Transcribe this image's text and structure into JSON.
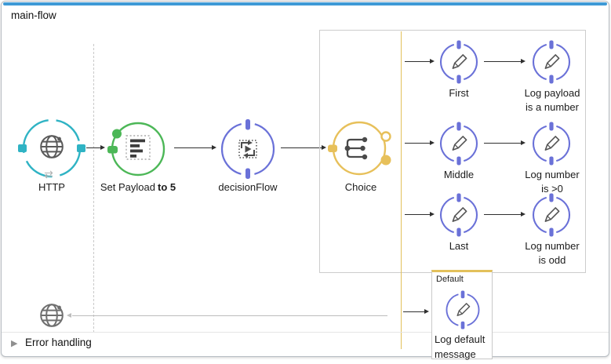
{
  "flow": {
    "name": "main-flow",
    "error_handling": "Error handling"
  },
  "nodes": {
    "http": {
      "label": "HTTP"
    },
    "set_payload": {
      "label": "Set Payload",
      "label_bold": "to 5"
    },
    "decision_flow": {
      "label": "decisionFlow"
    },
    "choice": {
      "label": "Choice"
    }
  },
  "branches": [
    {
      "router_label": "First",
      "logger_line1": "Log payload",
      "logger_line2": "is a number"
    },
    {
      "router_label": "Middle",
      "logger_line1": "Log number",
      "logger_line2": "is >0"
    },
    {
      "router_label": "Last",
      "logger_line1": "Log number",
      "logger_line2": "is odd"
    }
  ],
  "default_branch": {
    "label": "Default",
    "logger_line1": "Log default",
    "logger_line2": "message"
  },
  "glyphs": {
    "exchange": "⇄",
    "expander": "▶"
  },
  "icons": {
    "http": "globe-icon",
    "http_secondary": "exchange-arrows-icon",
    "set_payload": "set-payload-list-icon",
    "decision_flow": "flow-reference-icon",
    "choice": "choice-router-icon",
    "loggers": "pencil-icon",
    "flow_source_return": "globe-icon",
    "error_handling": "collapse-triangle-icon"
  },
  "colors": {
    "selected_flow_bar": "#3E9AD6",
    "http_connector": "#2FB3C4",
    "set_payload": "#4CB757",
    "flow_reference": "#6A71D8",
    "logger": "#6A71D8",
    "choice_router": "#E7C05A",
    "return_connector": "#BDBDBD",
    "connector": "#2F2F2F"
  }
}
